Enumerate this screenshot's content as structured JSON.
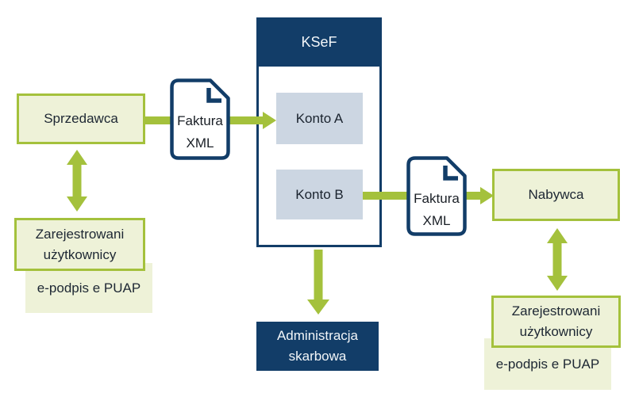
{
  "colors": {
    "green": "#a4c13c",
    "green_fill": "#eef2d8",
    "navy": "#123d68",
    "konto_fill": "#ccd6e2",
    "konto_text": "#1a232e",
    "dark_text": "#1d2733",
    "light_text": "#f2f6f9",
    "doc_text": "#1a1f26"
  },
  "nodes": {
    "sprzedawca": "Sprzedawca",
    "nabywca": "Nabywca",
    "ksef": "KSeF",
    "konto_a": "Konto A",
    "konto_b": "Konto B",
    "administracja_line1": "Administracja",
    "administracja_line2": "skarbowa",
    "zarejestrowani_line1": "Zarejestrowani",
    "zarejestrowani_line2": "użytkownicy",
    "epodpis": "e-podpis e PUAP",
    "faktura_line1": "Faktura",
    "faktura_line2": "XML"
  }
}
